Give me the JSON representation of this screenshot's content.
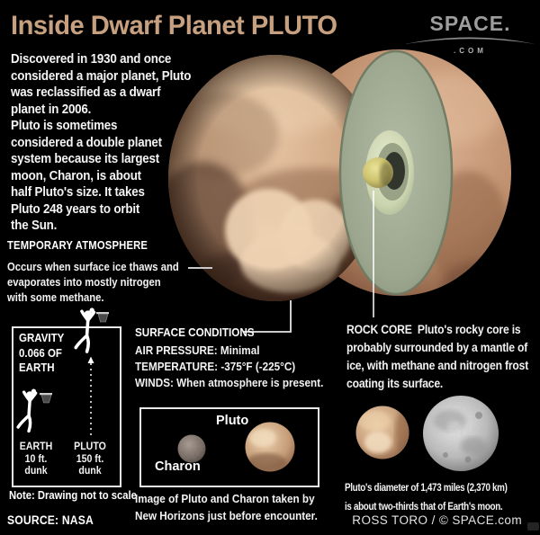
{
  "header": {
    "title": "Inside Dwarf Planet PLUTO",
    "logo": {
      "brand": "SPACE.",
      "tld": ".COM"
    }
  },
  "intro": "Discovered in 1930 and once\nconsidered a major planet, Pluto\nwas reclassified as a dwarf\nplanet in 2006.\nPluto is sometimes\nconsidered a double planet\nsystem because its largest\nmoon, Charon, is about\nhalf Pluto's size. It takes\nPluto 248 years to orbit\nthe Sun.",
  "atmosphere": {
    "heading": "TEMPORARY ATMOSPHERE",
    "body": "Occurs when surface ice thaws and\nevaporates into mostly nitrogen\nwith some methane."
  },
  "gravity": {
    "heading": "GRAVITY\n0.066 OF\nEARTH",
    "earth_label": "EARTH\n10 ft.\ndunk",
    "pluto_label": "PLUTO\n150 ft.\ndunk",
    "note": "Note: Drawing not to scale"
  },
  "surface": {
    "heading": "SURFACE CONDITIONS",
    "body": "AIR PRESSURE: Minimal\nTEMPERATURE: -375°F (-225°C)\nWINDS: When atmosphere is present."
  },
  "rock_core": {
    "heading": "ROCK CORE",
    "body": "Pluto's rocky core is probably surrounded by a mantle of ice, with methane and nitrogen frost coating its surface."
  },
  "pluto_charon": {
    "pluto_label": "Pluto",
    "charon_label": "Charon",
    "caption": "Image of Pluto and Charon taken by\nNew Horizons just before encounter."
  },
  "size_comparison": "Pluto's diameter of 1,473 miles (2,370 km)\nis about two-thirds that of Earth's moon.",
  "footer": {
    "source": "SOURCE: NASA",
    "credit": "ROSS TORO / © SPACE.com"
  },
  "colors": {
    "background": "#000000",
    "title": "#c6a07f",
    "body_text": "#f2f2f2",
    "surface_tan": "#cfa886",
    "mantle_green": "#a8b19a",
    "core_yellow": "#d3ca76",
    "moon_gray": "#c9c9c9"
  }
}
